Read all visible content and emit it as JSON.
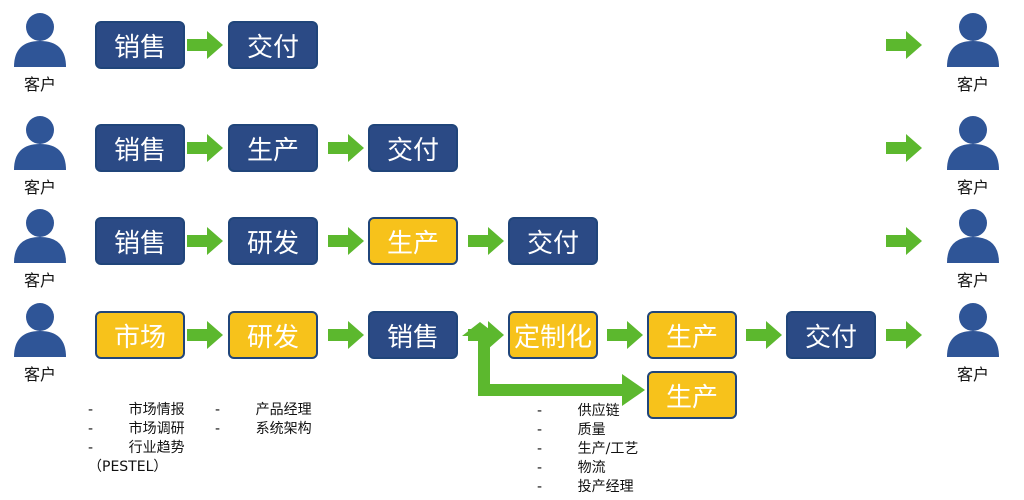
{
  "colors": {
    "blue": "#2b4a85",
    "yellow": "#f7c21b",
    "green": "#5cb82e",
    "person": "#2f5597"
  },
  "icons": {
    "customer": "person-icon",
    "arrow": "green-arrow-icon"
  },
  "customer_label": "客户",
  "rows": [
    {
      "steps": [
        {
          "label": "销售",
          "color": "blue"
        },
        {
          "label": "交付",
          "color": "blue"
        }
      ]
    },
    {
      "steps": [
        {
          "label": "销售",
          "color": "blue"
        },
        {
          "label": "生产",
          "color": "blue"
        },
        {
          "label": "交付",
          "color": "blue"
        }
      ]
    },
    {
      "steps": [
        {
          "label": "销售",
          "color": "blue"
        },
        {
          "label": "研发",
          "color": "blue"
        },
        {
          "label": "生产",
          "color": "yellow"
        },
        {
          "label": "交付",
          "color": "blue"
        }
      ]
    },
    {
      "steps": [
        {
          "label": "市场",
          "color": "yellow"
        },
        {
          "label": "研发",
          "color": "yellow"
        },
        {
          "label": "销售",
          "color": "blue"
        },
        {
          "label": "定制化",
          "color": "yellow"
        },
        {
          "label": "生产",
          "color": "yellow"
        },
        {
          "label": "交付",
          "color": "blue"
        }
      ]
    }
  ],
  "branch": {
    "label": "生产",
    "color": "yellow"
  },
  "notes": {
    "market": [
      "-        市场情报",
      "-        市场调研",
      "-        行业趋势",
      "（PESTEL）"
    ],
    "rnd": [
      "-        产品经理",
      "-        系统架构"
    ],
    "production": [
      "-        供应链",
      "-        质量",
      "-        生产/工艺",
      "-        物流",
      "-        投产经理"
    ]
  }
}
